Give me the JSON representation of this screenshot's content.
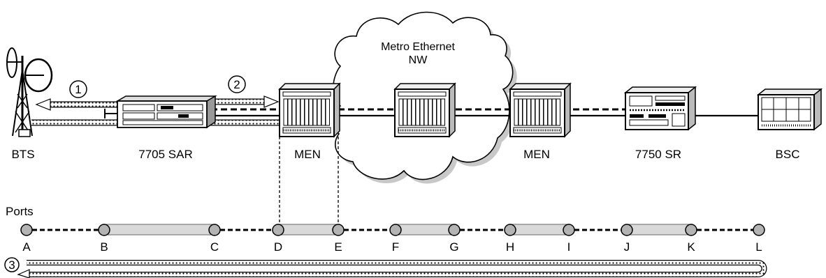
{
  "devices": {
    "bts": "BTS",
    "sar": "7705 SAR",
    "men_left": "MEN",
    "men_right": "MEN",
    "sr": "7750 SR",
    "bsc": "BSC"
  },
  "cloud": {
    "line1": "Metro Ethernet",
    "line2": "NW"
  },
  "callouts": [
    "1",
    "2",
    "3"
  ],
  "ports": {
    "title": "Ports",
    "labels": [
      "A",
      "B",
      "C",
      "D",
      "E",
      "F",
      "G",
      "H",
      "I",
      "J",
      "K",
      "L"
    ]
  },
  "colors": {
    "line": "#000000",
    "shade": "#d9d9d9",
    "port_fill": "#b3b3b3",
    "cloud_shadow": "#c8c8c8"
  }
}
